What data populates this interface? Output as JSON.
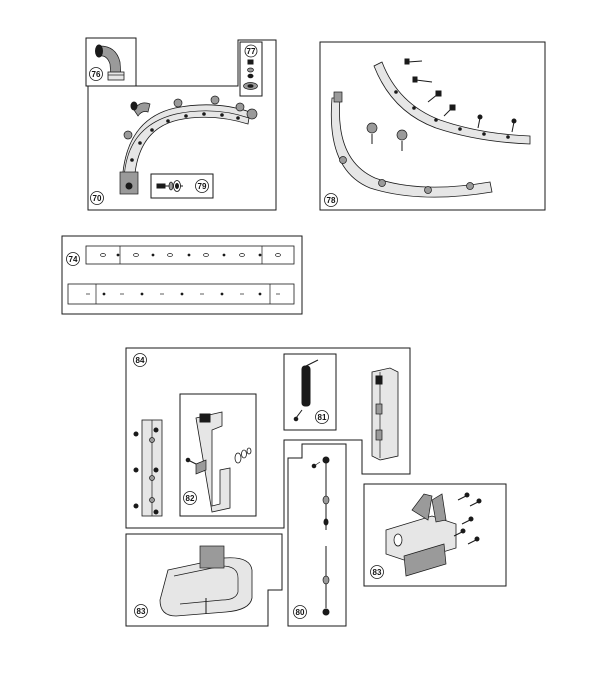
{
  "callouts": {
    "c76": "76",
    "c77": "77",
    "c70": "70",
    "c79": "79",
    "c78": "78",
    "c74": "74",
    "c84": "84",
    "c81": "81",
    "c82": "82",
    "c83a": "83",
    "c83b": "83",
    "c80": "80"
  }
}
